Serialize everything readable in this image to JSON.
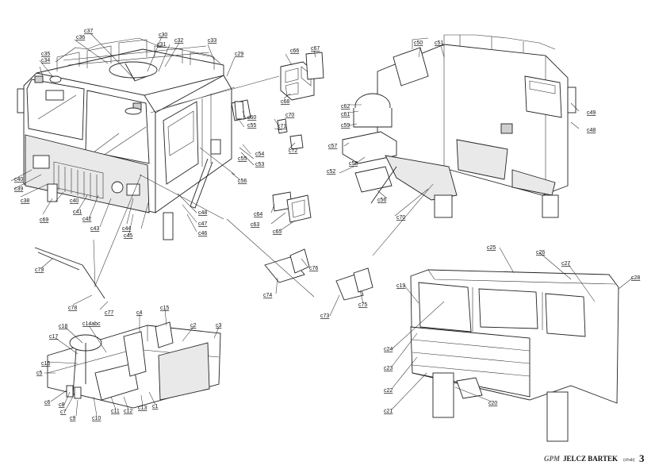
{
  "footer": {
    "brand": "GPM",
    "title": "JELCZ BARTEK",
    "subtitle": "(cfrab)",
    "page": "3"
  },
  "part_labels": [
    "c30",
    "c31",
    "c32",
    "c33",
    "c29",
    "c37",
    "c36",
    "c35",
    "c34",
    "c66",
    "c67",
    "c68",
    "c50",
    "c51",
    "c60",
    "c55",
    "c70",
    "c71",
    "c72",
    "c54",
    "c55",
    "c53",
    "c56",
    "c62",
    "c61",
    "c59",
    "c57",
    "c58",
    "c52",
    "c56",
    "c70",
    "c49",
    "c48",
    "c40",
    "c39",
    "c38",
    "c40",
    "c41",
    "c42",
    "c43",
    "c44",
    "c45",
    "c69",
    "c47",
    "c48",
    "c46",
    "c64",
    "c63",
    "c65",
    "c79",
    "c74",
    "c76",
    "c78",
    "c77",
    "c73",
    "c75",
    "c25",
    "c26",
    "c27",
    "c28",
    "c19",
    "c24",
    "c23",
    "c22",
    "c21",
    "c20",
    "c4",
    "c15",
    "c14abc",
    "c18",
    "c17",
    "c16",
    "c5",
    "c6",
    "c8",
    "c7",
    "c9",
    "c10",
    "c11",
    "c12",
    "c13",
    "c1",
    "c2",
    "c3"
  ]
}
